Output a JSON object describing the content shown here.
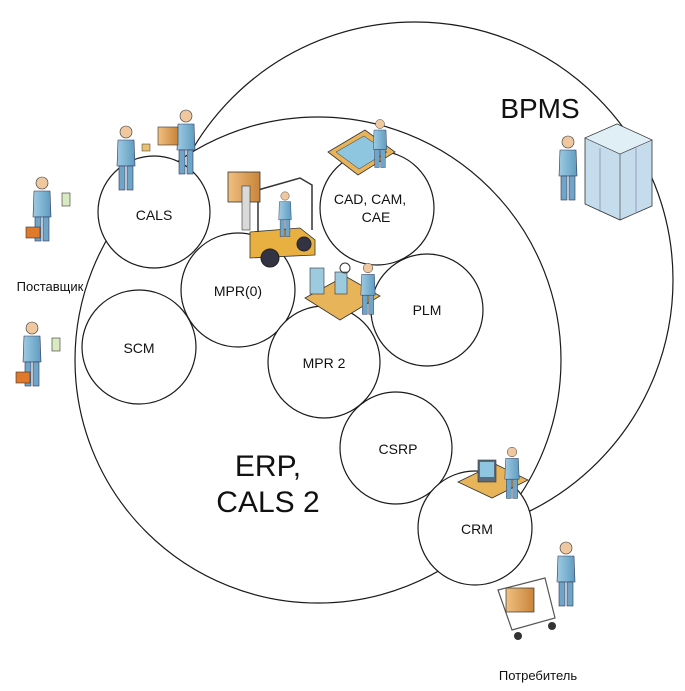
{
  "diagram": {
    "bpms_label": "BPMS",
    "erp_label_line1": "ERP,",
    "erp_label_line2": "CALS 2",
    "modules": {
      "cals": "CALS",
      "scm": "SCM",
      "mpr0": "MPR(0)",
      "cad_line1": "CAD, CAM,",
      "cad_line2": "CAE",
      "plm": "PLM",
      "mpr2": "MPR 2",
      "csrp": "CSRP",
      "crm": "CRM"
    },
    "supplier_label": "Поставщик",
    "consumer_label": "Потребитель"
  },
  "colors": {
    "stroke": "#1a1a1a",
    "person_skin": "#8ec3de",
    "person_body": "#a9d2e8",
    "box": "#d99a4a",
    "briefcase": "#e07a2a",
    "server": "#b8d4e6",
    "desk": "#e8b45a"
  },
  "icons": [
    "supplier-person-icon",
    "supplier-person-2-icon",
    "cals-people-icon",
    "forklift-icon",
    "cad-designer-icon",
    "production-line-icon",
    "server-admin-icon",
    "crm-operator-icon",
    "shopping-cart-icon"
  ]
}
